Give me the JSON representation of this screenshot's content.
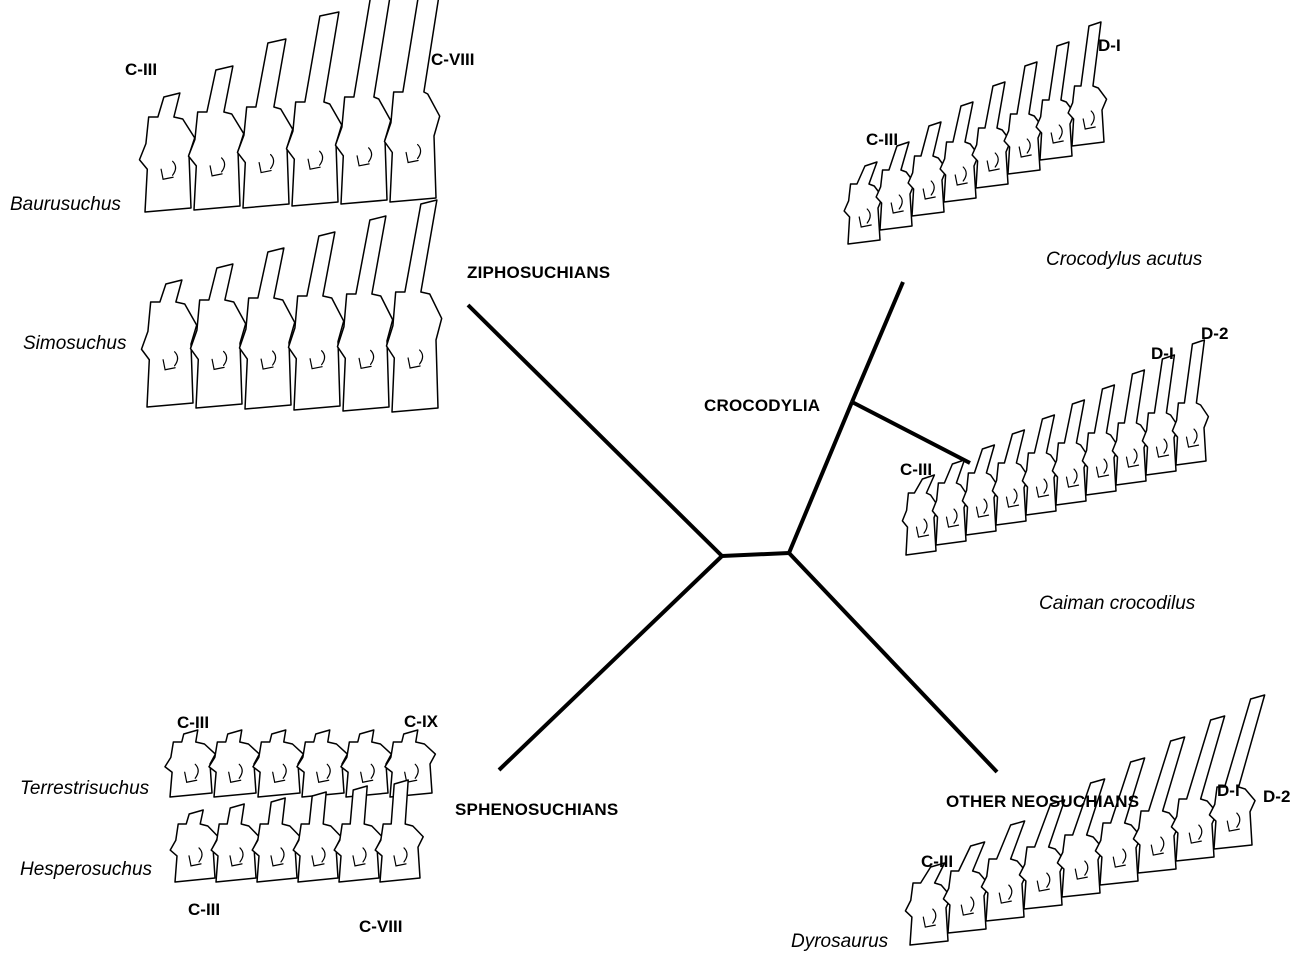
{
  "clades": {
    "ziphosuchians": "ZIPHOSUCHIANS",
    "crocodylia": "CROCODYLIA",
    "sphenosuchians": "SPHENOSUCHIANS",
    "other_neosuchians": "OTHER NEOSUCHIANS"
  },
  "taxa": {
    "baurusuchus": "Baurusuchus",
    "simosuchus": "Simosuchus",
    "crocodylus": "Crocodylus acutus",
    "caiman": "Caiman crocodilus",
    "terrestrisuchus": "Terrestrisuchus",
    "hesperosuchus": "Hesperosuchus",
    "dyrosaurus": "Dyrosaurus"
  },
  "vertebrae": {
    "baurusuchus_start": "C-III",
    "baurusuchus_end": "C-VIII",
    "crocodylus_start": "C-III",
    "crocodylus_end": "D-I",
    "caiman_start": "C-III",
    "caiman_d1": "D-I",
    "caiman_d2": "D-2",
    "terrestrisuchus_start": "C-III",
    "terrestrisuchus_end": "C-IX",
    "hesperosuchus_start": "C-III",
    "hesperosuchus_end": "C-VIII",
    "dyrosaurus_start": "C-III",
    "dyrosaurus_d1": "D-I",
    "dyrosaurus_d2": "D-2"
  }
}
